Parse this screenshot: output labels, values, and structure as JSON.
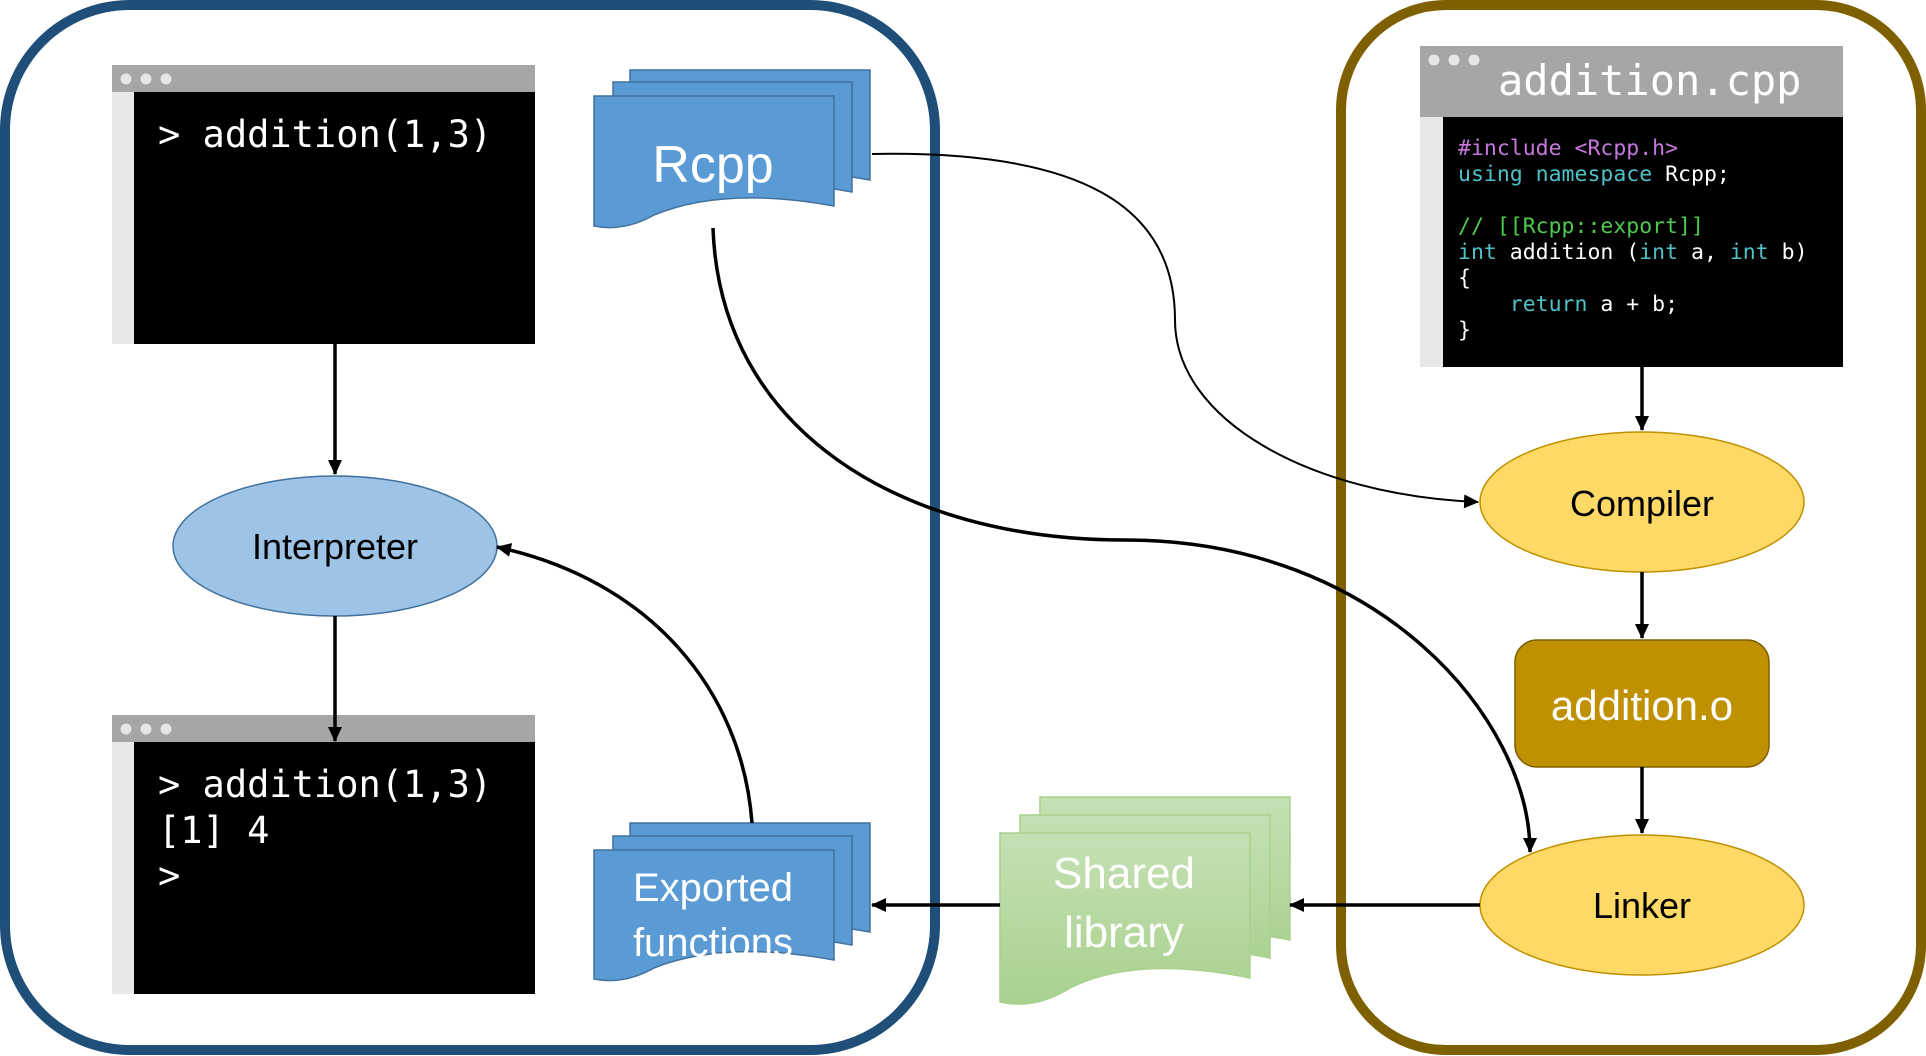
{
  "colors": {
    "r_panel": "#1f4e79",
    "cpp_panel": "#7f6000",
    "interpreter": "#9dc3e6",
    "rcpp_doc": "#5b9bd5",
    "yellow_node": "#ffd966",
    "object_file": "#bf9000",
    "shared_lib": "#a9d18e",
    "code_keyword": "#4fc1c9",
    "code_include": "#c678dd",
    "code_comment": "#4ec94e",
    "code_default": "#ffffff"
  },
  "console_in": {
    "lines": [
      "> addition(1,3)"
    ]
  },
  "console_out": {
    "lines": [
      "> addition(1,3)",
      "[1] 4",
      ">"
    ]
  },
  "source_file": {
    "title": "addition.cpp",
    "code": [
      [
        {
          "t": "#include <Rcpp.h>",
          "c": "include"
        }
      ],
      [
        {
          "t": "using namespace",
          "c": "keyword"
        },
        {
          "t": " Rcpp;",
          "c": "default"
        }
      ],
      [
        {
          "t": "",
          "c": "default"
        }
      ],
      [
        {
          "t": "// [[Rcpp::export]]",
          "c": "comment"
        }
      ],
      [
        {
          "t": "int",
          "c": "keyword"
        },
        {
          "t": " addition (",
          "c": "default"
        },
        {
          "t": "int",
          "c": "keyword"
        },
        {
          "t": " a, ",
          "c": "default"
        },
        {
          "t": "int",
          "c": "keyword"
        },
        {
          "t": " b)",
          "c": "default"
        }
      ],
      [
        {
          "t": "{",
          "c": "default"
        }
      ],
      [
        {
          "t": "    ",
          "c": "default"
        },
        {
          "t": "return",
          "c": "keyword"
        },
        {
          "t": " a + b;",
          "c": "default"
        }
      ],
      [
        {
          "t": "}",
          "c": "default"
        }
      ]
    ]
  },
  "nodes": {
    "interpreter": "Interpreter",
    "rcpp": "Rcpp",
    "exported": [
      "Exported",
      "functions"
    ],
    "compiler": "Compiler",
    "object_file": "addition.o",
    "linker": "Linker",
    "shared_library": [
      "Shared",
      "library"
    ]
  }
}
